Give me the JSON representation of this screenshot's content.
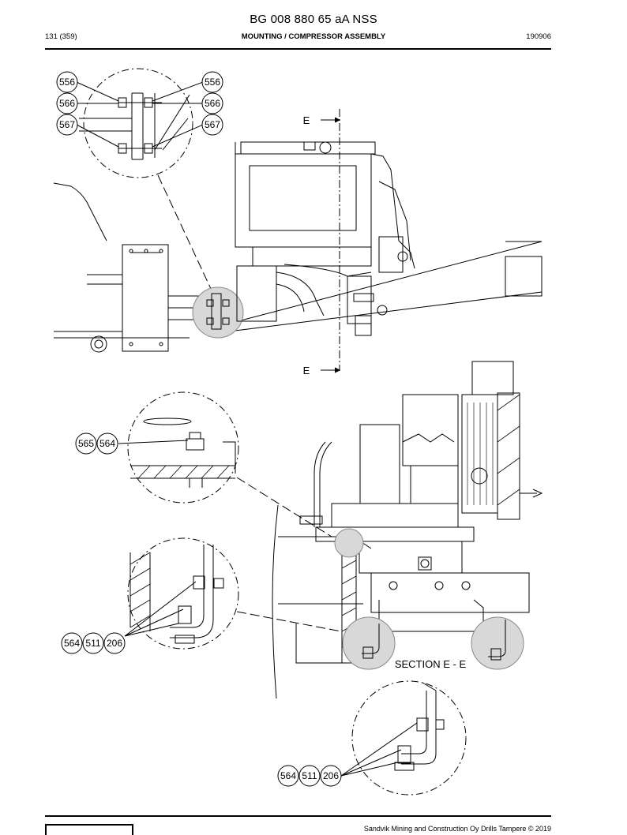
{
  "header": {
    "doc_id": "BG 008 880 65 aA NSS",
    "page": "131 (359)",
    "section": "MOUNTING / COMPRESSOR ASSEMBLY",
    "date": "190906"
  },
  "drawing": {
    "section_marker_top": "E",
    "section_marker_bottom": "E",
    "section_caption": "SECTION E - E",
    "callouts": {
      "detail1_left": [
        "556",
        "566",
        "567"
      ],
      "detail1_right": [
        "556",
        "566",
        "567"
      ],
      "detail2": [
        "565",
        "564"
      ],
      "detail3": [
        "564",
        "511",
        "206"
      ],
      "detail4": [
        "564",
        "511",
        "206"
      ]
    }
  },
  "footer": {
    "copyright": "Sandvik Mining and Construction Oy Drills Tampere © 2019"
  }
}
